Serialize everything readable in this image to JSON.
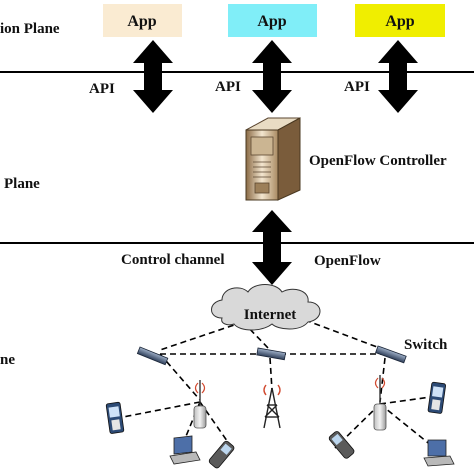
{
  "planes": {
    "application": "ion Plane",
    "control": "Plane",
    "data": "ne"
  },
  "apps": [
    {
      "label": "App",
      "color": "#faebd2"
    },
    {
      "label": "App",
      "color": "#80eef8"
    },
    {
      "label": "App",
      "color": "#f0ee00"
    }
  ],
  "api_labels": [
    "API",
    "API",
    "API"
  ],
  "controller": {
    "label": "OpenFlow Controller"
  },
  "control_channel": {
    "left": "Control channel",
    "right": "OpenFlow"
  },
  "network": {
    "internet": "Internet",
    "switch": "Switch"
  },
  "colors": {
    "arrow": "#000000",
    "line": "#000000",
    "cloud": "#d9d9d9"
  },
  "icons": {
    "controller": "server-tower-icon",
    "switch": "network-switch-icon",
    "access_point": "wireless-access-point-icon",
    "tower": "cell-tower-icon",
    "phone": "mobile-phone-icon",
    "laptop": "laptop-icon",
    "cloud": "cloud-icon"
  }
}
